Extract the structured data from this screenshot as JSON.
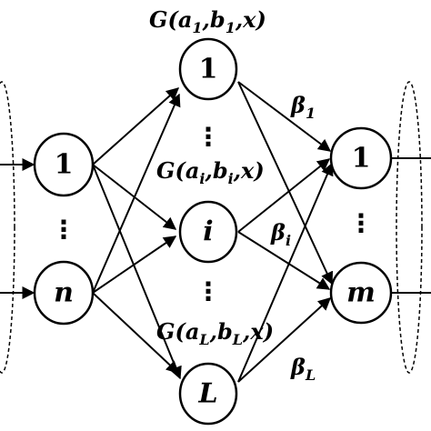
{
  "diagram": {
    "input_layer": {
      "nodes": [
        {
          "label": "1"
        },
        {
          "label": "n"
        }
      ],
      "ellipsis": "⋮"
    },
    "hidden_layer": {
      "nodes": [
        {
          "label": "1",
          "function_label": "G(a1,b1,x)",
          "fn_base": "G(a",
          "fn_sub_a": "1",
          "fn_mid": ",b",
          "fn_sub_b": "1",
          "fn_end": ",x)"
        },
        {
          "label": "i",
          "function_label": "G(ai,bi,x)",
          "fn_base": "G(a",
          "fn_sub_a": "i",
          "fn_mid": ",b",
          "fn_sub_b": "i",
          "fn_end": ",x)"
        },
        {
          "label": "L",
          "function_label": "G(aL,bL,x)",
          "fn_base": "G(a",
          "fn_sub_a": "L",
          "fn_mid": ",b",
          "fn_sub_b": "L",
          "fn_end": ",x)"
        }
      ],
      "ellipsis": "⋮"
    },
    "output_layer": {
      "nodes": [
        {
          "label": "1"
        },
        {
          "label": "m"
        }
      ],
      "ellipsis": "⋮"
    },
    "weights": [
      {
        "label": "β1",
        "base": "β",
        "sub": "1"
      },
      {
        "label": "βi",
        "base": "β",
        "sub": "i"
      },
      {
        "label": "βL",
        "base": "β",
        "sub": "L"
      }
    ]
  }
}
